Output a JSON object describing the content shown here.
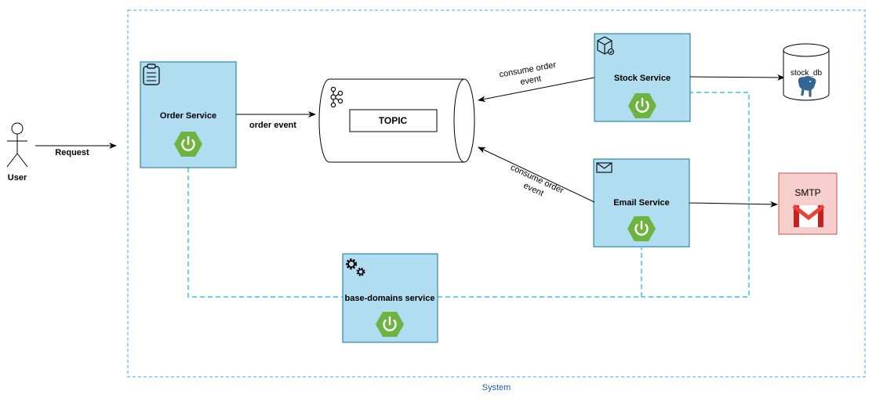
{
  "system": {
    "label": "System"
  },
  "user": {
    "label": "User"
  },
  "edges": {
    "request": "Request",
    "order_event": "order event",
    "consume_stock_line1": "consume order",
    "consume_stock_line2": "event",
    "consume_email_line1": "consume order",
    "consume_email_line2": "event"
  },
  "topic": {
    "label": "TOPIC"
  },
  "services": {
    "order": "Order Service",
    "stock": "Stock Service",
    "email": "Email Service",
    "base_domains": "base-domains service"
  },
  "database": {
    "label": "stock_db"
  },
  "smtp": {
    "label": "SMTP"
  },
  "colors": {
    "service_fill": "#b1ddf0",
    "service_stroke": "#10739e",
    "system_border": "#3fa9f5",
    "dashed_link": "#3fc3e8",
    "spring_green": "#6db33f",
    "smtp_fill": "#f8cecc",
    "smtp_stroke": "#b85450",
    "system_label": "#1a5ea8"
  },
  "icons": {
    "order": "clipboard-icon",
    "stock": "package-icon",
    "email": "envelope-icon",
    "base_domains": "gears-icon",
    "topic": "kafka-icon",
    "spring": "spring-power-icon",
    "db": "postgresql-icon",
    "smtp": "gmail-icon"
  }
}
